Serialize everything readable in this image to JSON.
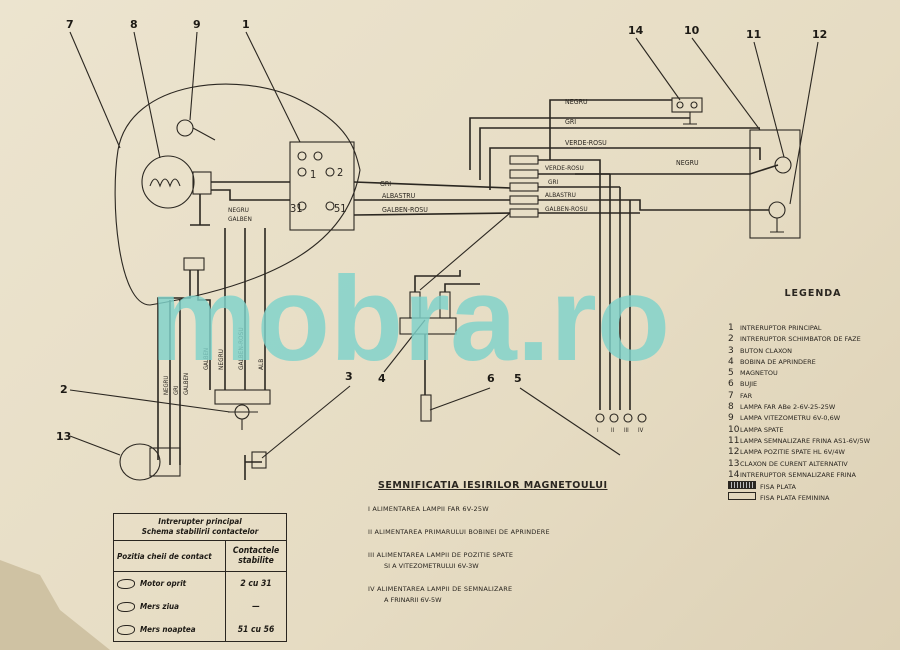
{
  "watermark": "mobra.ro",
  "callouts": [
    "1",
    "2",
    "3",
    "4",
    "5",
    "6",
    "7",
    "8",
    "9",
    "10",
    "11",
    "12",
    "13",
    "14"
  ],
  "wire_labels": {
    "negru_top": "NEGRU",
    "gri_top": "GRI",
    "verde_rosu_top": "VERDE-ROSU",
    "negru_right": "NEGRU",
    "verde_rosu_mid": "VERDE-ROSU",
    "gri_mid": "GRI",
    "albastru_mid": "ALBASTRU",
    "galben_rosu_mid": "GALBEN-ROSU",
    "gri_left": "GRI",
    "albastru_left": "ALBASTRU",
    "galben_rosu_left": "GALBEN-ROSU",
    "negru_lamp": "NEGRU",
    "galben_lamp": "GALBEN",
    "negru_v1": "NEGRU",
    "galben_v1": "GALBEN",
    "galben_v2": "GALBEN-ROSU",
    "albastru_v": "ALB",
    "negru_claxon": "NEGRU",
    "gri_claxon": "GRI",
    "galben_claxon": "GALBEN"
  },
  "switch_terminals": [
    "1",
    "2",
    "31",
    "51"
  ],
  "magneto_outputs": [
    "I",
    "II",
    "III",
    "IV"
  ],
  "legend": {
    "title": "LEGENDA",
    "items": [
      {
        "n": "1",
        "text": "INTRERUPTOR PRINCIPAL"
      },
      {
        "n": "2",
        "text": "INTRERUPTOR SCHIMBATOR DE FAZE"
      },
      {
        "n": "3",
        "text": "BUTON CLAXON"
      },
      {
        "n": "4",
        "text": "BOBINA DE APRINDERE"
      },
      {
        "n": "5",
        "text": "MAGNETOU"
      },
      {
        "n": "6",
        "text": "BUJIE"
      },
      {
        "n": "7",
        "text": "FAR"
      },
      {
        "n": "8",
        "text": "LAMPA FAR ABe 2-6V-25-25W"
      },
      {
        "n": "9",
        "text": "LAMPA VITEZOMETRU 6V-0,6W"
      },
      {
        "n": "10",
        "text": "LAMPA SPATE"
      },
      {
        "n": "11",
        "text": "LAMPA SEMNALIZARE FRINA AS1-6V/5W"
      },
      {
        "n": "12",
        "text": "LAMPA POZITIE SPATE HL 6V/4W"
      },
      {
        "n": "13",
        "text": "CLAXON DE CURENT ALTERNATIV"
      },
      {
        "n": "14",
        "text": "INTRERUPTOR SEMNALIZARE FRINA"
      }
    ],
    "fisa_plata": "FISA PLATA",
    "fisa_femina": "FISA PLATA FEMININA"
  },
  "table": {
    "title_line1": "Intrerupter principal",
    "title_line2": "Schema stabilirii contactelor",
    "col1": "Pozitia cheii de contact",
    "col2": "Contactele stabilite",
    "rows": [
      {
        "pos": "Motor oprit",
        "contact": "2 cu 31"
      },
      {
        "pos": "Mers ziua",
        "contact": "—"
      },
      {
        "pos": "Mers noaptea",
        "contact": "51 cu 56"
      }
    ]
  },
  "semnificatia": {
    "title": "SEMNIFICATIA IESIRILOR MAGNETOULUI",
    "items": [
      "I  ALIMENTAREA LAMPII FAR  6V-25W",
      "II  ALIMENTAREA PRIMARULUI BOBINEI DE APRINDERE",
      "III  ALIMENTAREA LAMPII DE POZITIE SPATE",
      "SI A VITEZOMETRULUI 6V-3W",
      "IV  ALIMENTAREA LAMPII DE SEMNALIZARE",
      "A FRINARII 6V-5W"
    ]
  }
}
